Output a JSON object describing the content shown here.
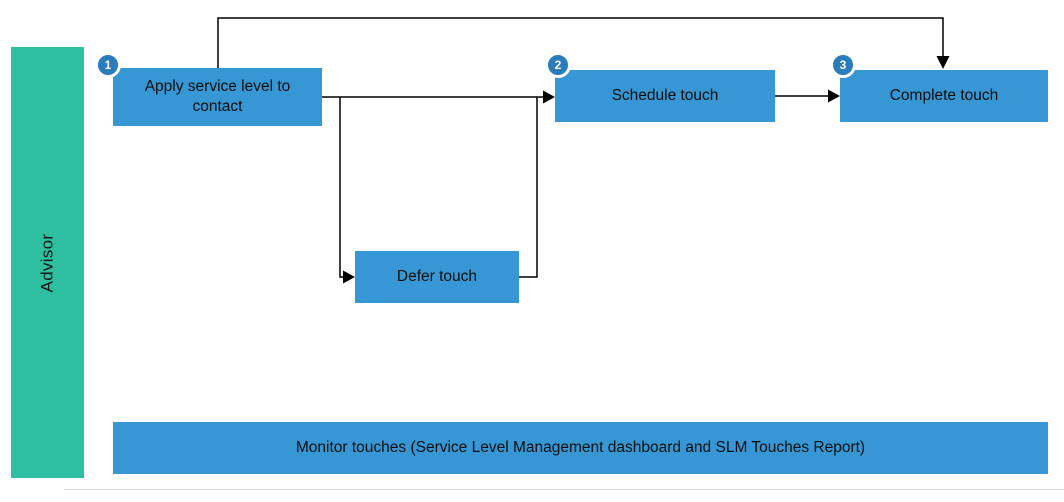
{
  "diagram": {
    "lane": {
      "label": "Advisor"
    },
    "nodes": {
      "apply": {
        "badge": "1",
        "label": "Apply service level to contact"
      },
      "schedule": {
        "badge": "2",
        "label": "Schedule touch"
      },
      "complete": {
        "badge": "3",
        "label": "Complete touch"
      },
      "defer": {
        "label": "Defer touch"
      },
      "monitor": {
        "label": "Monitor touches (Service Level Management dashboard and SLM Touches Report)"
      }
    },
    "edges": [
      {
        "from": "apply",
        "to": "schedule"
      },
      {
        "from": "apply",
        "to": "defer"
      },
      {
        "from": "defer",
        "to": "schedule"
      },
      {
        "from": "schedule",
        "to": "complete"
      },
      {
        "from": "apply",
        "to": "complete"
      }
    ],
    "colors": {
      "node_fill": "#3697d4",
      "lane_fill": "#2ebea2",
      "badge_fill": "#2b7cbd",
      "connector": "#000000",
      "background": "#ffffff"
    }
  }
}
